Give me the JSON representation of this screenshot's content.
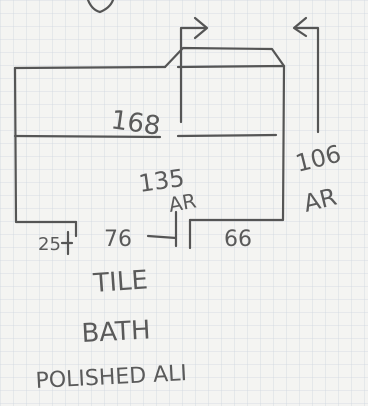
{
  "labels": {
    "width_top": "168",
    "width_mid": "135",
    "height_right": "106",
    "height_right_note": "AR",
    "door_mark": "AR",
    "left_return": "25",
    "bottom_mid": "76",
    "bottom_right": "66",
    "material_1": "TILE",
    "room": "BATH",
    "finish": "POLISHED ALI"
  },
  "colors": {
    "paper": "#f4f4f2",
    "grid": "#cfd6df",
    "pencil": "#555555"
  }
}
